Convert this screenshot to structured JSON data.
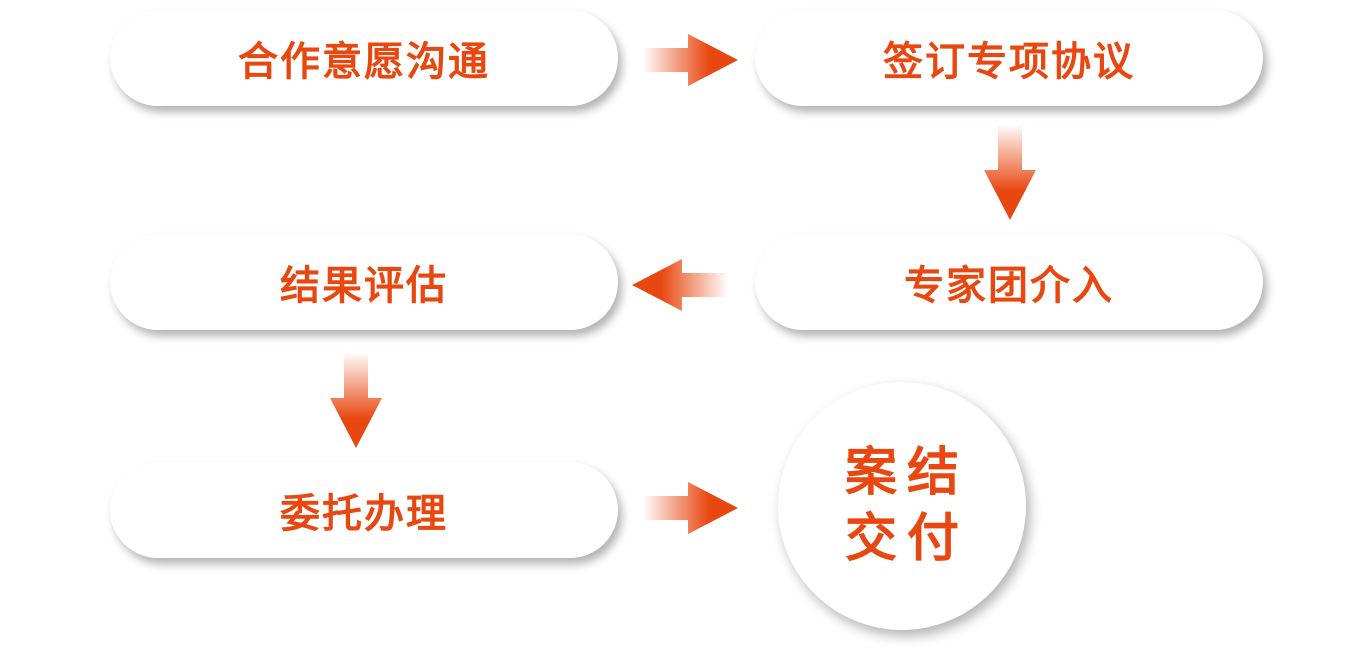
{
  "steps": [
    {
      "label": "合作意愿沟通"
    },
    {
      "label": "签订专项协议"
    },
    {
      "label": "专家团介入"
    },
    {
      "label": "结果评估"
    },
    {
      "label": "委托办理"
    }
  ],
  "final": {
    "line1": "案结",
    "line2": "交付"
  },
  "colors": {
    "accent": "#e8470f",
    "background": "#ffffff"
  }
}
